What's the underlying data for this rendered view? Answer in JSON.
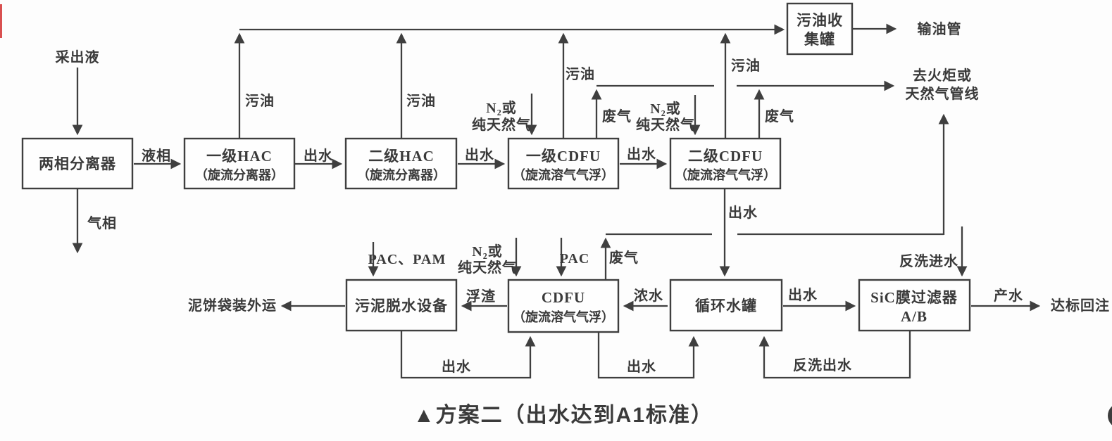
{
  "colors": {
    "line": "#3f3f3f",
    "caption_green": "#7db24a",
    "accent_red": "#d95050",
    "circle_dark": "#3d3d3d"
  },
  "boxes": {
    "two_phase": {
      "line1": "两相分离器"
    },
    "hac1": {
      "line1": "一级HAC",
      "line2": "（旋流分离器）"
    },
    "hac2": {
      "line1": "二级HAC",
      "line2": "（旋流分离器）"
    },
    "cdfu1": {
      "line1": "一级CDFU",
      "line2": "（旋流溶气气浮）"
    },
    "cdfu2": {
      "line1": "二级CDFU",
      "line2": "（旋流溶气气浮）"
    },
    "oil_tank": {
      "line1": "污油收",
      "line2": "集罐"
    },
    "circ_tank": {
      "line1": "循环水罐"
    },
    "cdfu3": {
      "line1": "CDFU",
      "line2": "（旋流溶气气浮）"
    },
    "sludge": {
      "line1": "污泥脱水设备"
    },
    "sic": {
      "line1": "SiC膜过滤器",
      "line2": "A/B"
    }
  },
  "labels": {
    "produced_liquid": "采出液",
    "liquid_phase": "液相",
    "gas_phase": "气相",
    "oil": "污油",
    "water_out": "出水",
    "n2_line1": "N₂或",
    "n2_line2": "纯天然气",
    "offgas": "废气",
    "oil_pipeline": "输油管",
    "flare_line1": "去火炬或",
    "flare_line2": "天然气管线",
    "backwash_in": "反洗进水",
    "backwash_out": "反洗出水",
    "concentrate": "浓水",
    "scum": "浮渣",
    "pac_pam": "PAC、PAM",
    "pac": "PAC",
    "mud_cake": "泥饼袋装外运",
    "product_water": "产水",
    "reinjection": "达标回注"
  },
  "caption": "▲方案二（出水达到A1标准）"
}
